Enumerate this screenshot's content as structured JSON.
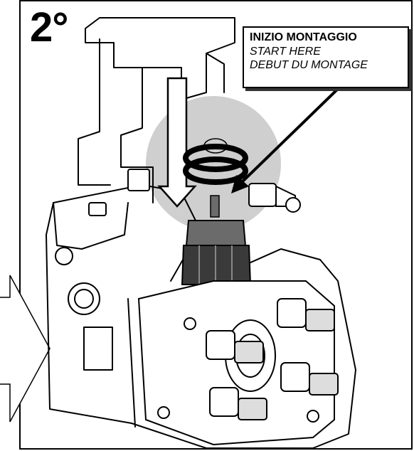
{
  "step_number": "2°",
  "callout": {
    "title": "INIZIO MONTAGGIO",
    "line_en": "START HERE",
    "line_fr": "DEBUT DU MONTAGE"
  },
  "colors": {
    "ink": "#000000",
    "highlight_circle": "#cfcfcf",
    "tool_body": "#6b6b6b",
    "tool_dark": "#3a3a3a"
  }
}
